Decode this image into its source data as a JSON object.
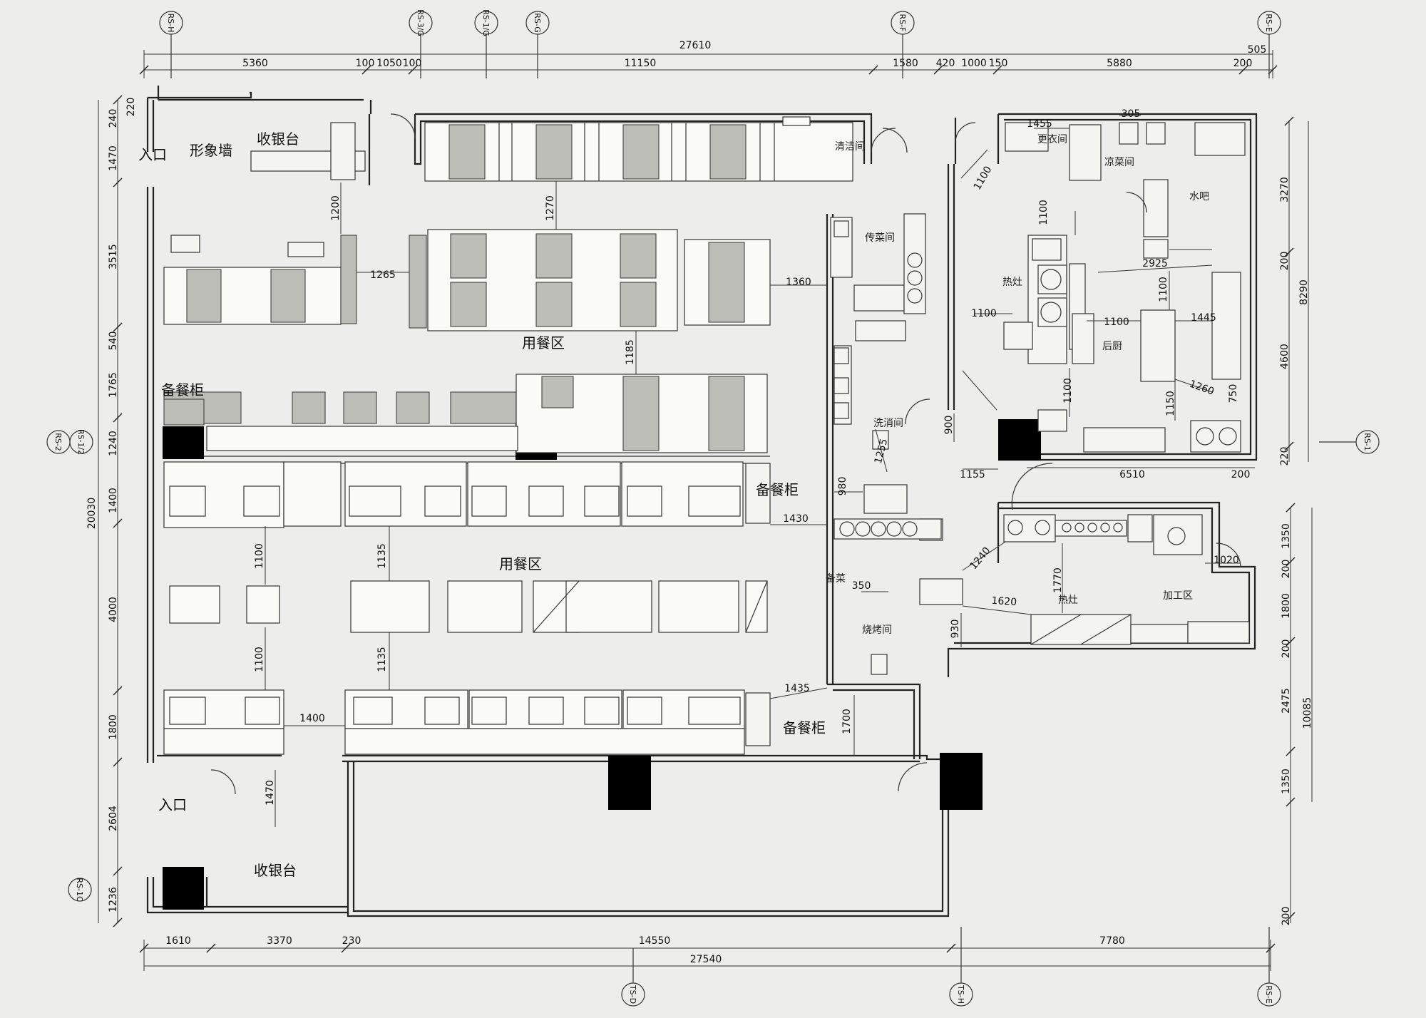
{
  "dims_top": {
    "overall": "27610",
    "segments": [
      "5360",
      "100",
      "1050",
      "100",
      "11150",
      "1580",
      "420",
      "1000",
      "150",
      "5880",
      "200",
      "505"
    ]
  },
  "dims_bottom": {
    "overall": "27540",
    "segments": [
      "1610",
      "3370",
      "230",
      "14550",
      "7780"
    ]
  },
  "dims_left": {
    "overall": "20030",
    "segments": [
      "240",
      "220",
      "1470",
      "3515",
      "540",
      "1765",
      "1240",
      "1400",
      "4000",
      "1800",
      "2604",
      "1236"
    ]
  },
  "dims_right_upper": {
    "overall": "8290",
    "segments": [
      "3270",
      "200",
      "4600",
      "220"
    ]
  },
  "dims_right_lower": {
    "overall": "10085",
    "segments": [
      "1350",
      "200",
      "1800",
      "200",
      "2475",
      "1350",
      "200"
    ]
  },
  "interior_dims": {
    "d1200": "1200",
    "d1270": "1270",
    "d1265": "1265",
    "d1360": "1360",
    "d1185": "1185",
    "d1430": "1430",
    "d1100a": "1100",
    "d1135a": "1135",
    "d1100b": "1100",
    "d1135b": "1135",
    "d1400": "1400",
    "d1435": "1435",
    "d1700": "1700",
    "d1470": "1470",
    "d1455": "1455",
    "d305": "305",
    "d1100c": "1100",
    "d1100d": "1100",
    "d1100e": "1100",
    "d2925": "2925",
    "d1100f": "1100",
    "d1445": "1445",
    "d1100g": "1100",
    "d1100h": "1100",
    "d1150": "1150",
    "d1260": "1260",
    "d750": "750",
    "d900": "900",
    "d1255": "1255",
    "d980": "980",
    "d1155": "1155",
    "d6510": "6510",
    "d200": "200",
    "d1240": "1240",
    "d1020": "1020",
    "d1770": "1770",
    "d350": "350",
    "d1620": "1620",
    "d930": "930"
  },
  "rooms": {
    "entrance_top": "入口",
    "image_wall": "形象墙",
    "cashier_top": "收银台",
    "dining_upper": "用餐区",
    "dining_lower": "用餐区",
    "server_cabinet_left": "备餐柜",
    "server_cabinet_mid": "备餐柜",
    "server_cabinet_bottom": "备餐柜",
    "entrance_bottom": "入口",
    "cashier_bottom": "收银台",
    "cleaning": "清洁间",
    "serving_room": "传菜间",
    "dishwashing": "洗消间",
    "changing": "更衣间",
    "cold_dish": "凉菜间",
    "water_bar": "水吧",
    "hot_stove_upper": "热灶",
    "back_kitchen": "后厨",
    "hot_stove_lower": "热灶",
    "processing": "加工区",
    "bbq_room": "烧烤间",
    "prep_label": "备菜"
  },
  "grid_labels": {
    "rs_h": "RS-H",
    "rs_3g": "RS-3/G",
    "rs_1g": "RS-1/G",
    "rs_g": "RS-G",
    "rs_f": "RS-F",
    "rs_e_top": "RS-E",
    "rs_e_bottom": "RS-E",
    "rs_2": "RS-2",
    "rs_1_2": "RS-1/2",
    "rs_1": "RS-1",
    "rs_1c": "RS-1C",
    "ts_d": "TS-D",
    "ts_h": "TS-H"
  }
}
